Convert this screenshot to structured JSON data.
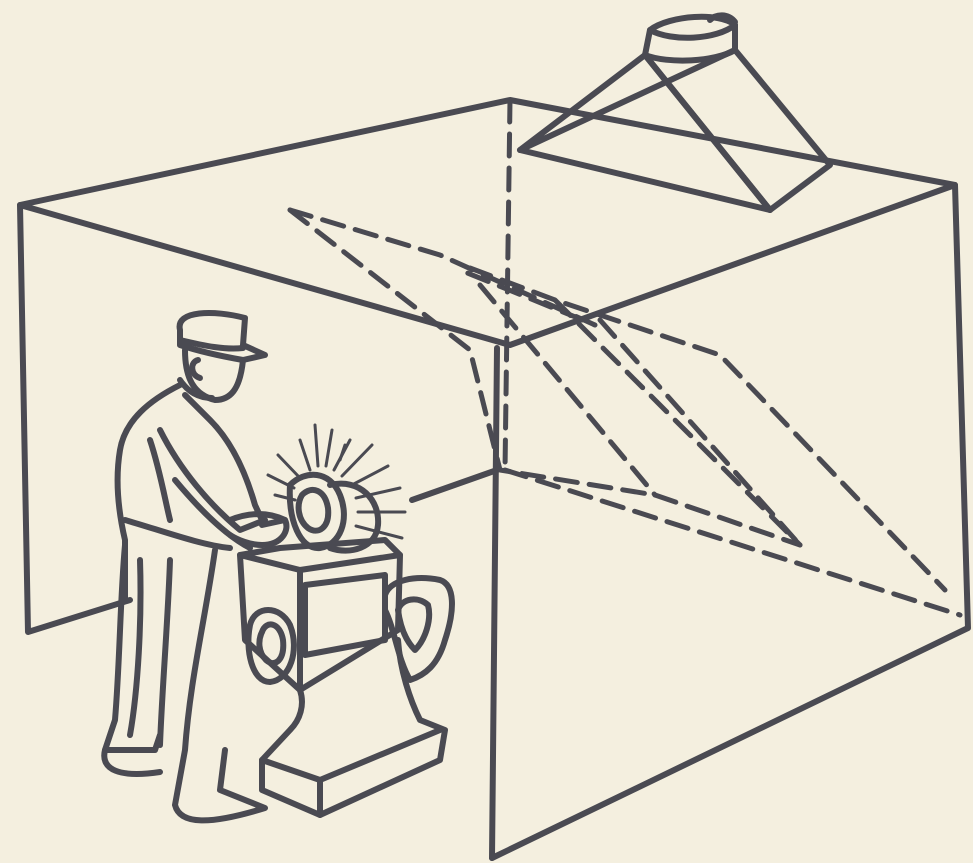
{
  "illustration": {
    "paper_color": "#f4efdf",
    "ink_color": "#4a4a52",
    "objects": [
      "exhaust-hood",
      "enclosure-booth",
      "airflow-baffles",
      "worker",
      "bench-grinder",
      "grinding-sparks"
    ]
  }
}
